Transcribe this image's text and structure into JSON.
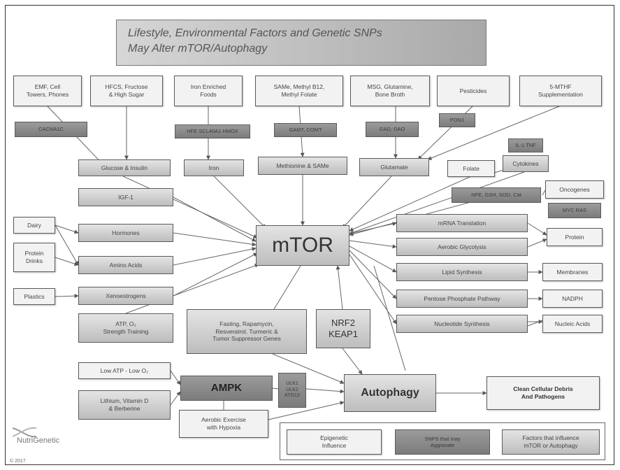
{
  "title": {
    "line1": "Lifestyle, Environmental Factors and Genetic SNPs",
    "line2": "May Alter mTOR/Autophagy"
  },
  "nodes": {
    "emf": "EMF, Cell\nTowers, Phones",
    "hfcs": "HFCS, Fructose\n& High Sugar",
    "iron_foods": "Iron Enriched\nFoods",
    "same_b12": "SAMe, Methyl B12,\nMethyl Folate",
    "msg": "MSG, Glutamine,\nBone Broth",
    "pesticides": "Pesticides",
    "mthf": "5-MTHF\nSupplementation",
    "cacna1c": "CACNA1C",
    "hfe": "HFE SCL40A1 HMOX",
    "gamt": "GAMT, COMT",
    "gad": "GAD, DAO",
    "pon1": "PON1",
    "il1": "IL-1 TNF",
    "glucose": "Glucose & Insulin",
    "iron": "Iron",
    "methionine": "Methionine & SAMe",
    "glutamate": "Glutamate",
    "folate": "Folate",
    "cytokines": "Cytokines",
    "nfe": "NFE, GSH, SOD, Cat",
    "oncogenes": "Oncogenes",
    "myc": "MYC RAS",
    "igf": "IGF-1",
    "dairy": "Dairy",
    "hormones": "Hormones",
    "protein_drinks": "Protein\nDrinks",
    "amino": "Amino Acids",
    "plastics": "Plastics",
    "xeno": "Xenoestrogens",
    "atp_strength": "ATP, O₂\nStrength Training",
    "mtor": "mTOR",
    "mrna": "mRNA Translation",
    "protein": "Protein",
    "glycolysis": "Aerobic Glycolysis",
    "lipid": "Lipid Synthesis",
    "membranes": "Membranes",
    "pentose": "Pentose Phosphate Pathway",
    "nadph": "NADPH",
    "nucleotide": "Nucleotide Synthesis",
    "nucleic": "Nucleic Acids",
    "fasting": "Fasting, Rapamycin,\nResveratrol, Turmeric &\nTumor Suppressor Genes",
    "nrf2": "NRF2\nKEAP1",
    "low_atp": "Low ATP - Low O₂",
    "lithium": "Lithium, Vitamin D\n& Berberine",
    "ampk": "AMPK",
    "ulk": "ULK1\nULK2\nATG13",
    "autophagy": "Autophagy",
    "clean": "Clean Cellular Debris\nAnd Pathogens",
    "aerobic_exercise": "Aerobic Exercise\nwith Hypoxia"
  },
  "legend": {
    "epigenetic": "Epigenetic\nInfluence",
    "snps": "SNPS that may\nAggravate",
    "factors": "Factors that influence\nmTOR or Autophagy"
  },
  "footer": {
    "logo": "NutriGenetic",
    "copyright": "© 2017"
  }
}
